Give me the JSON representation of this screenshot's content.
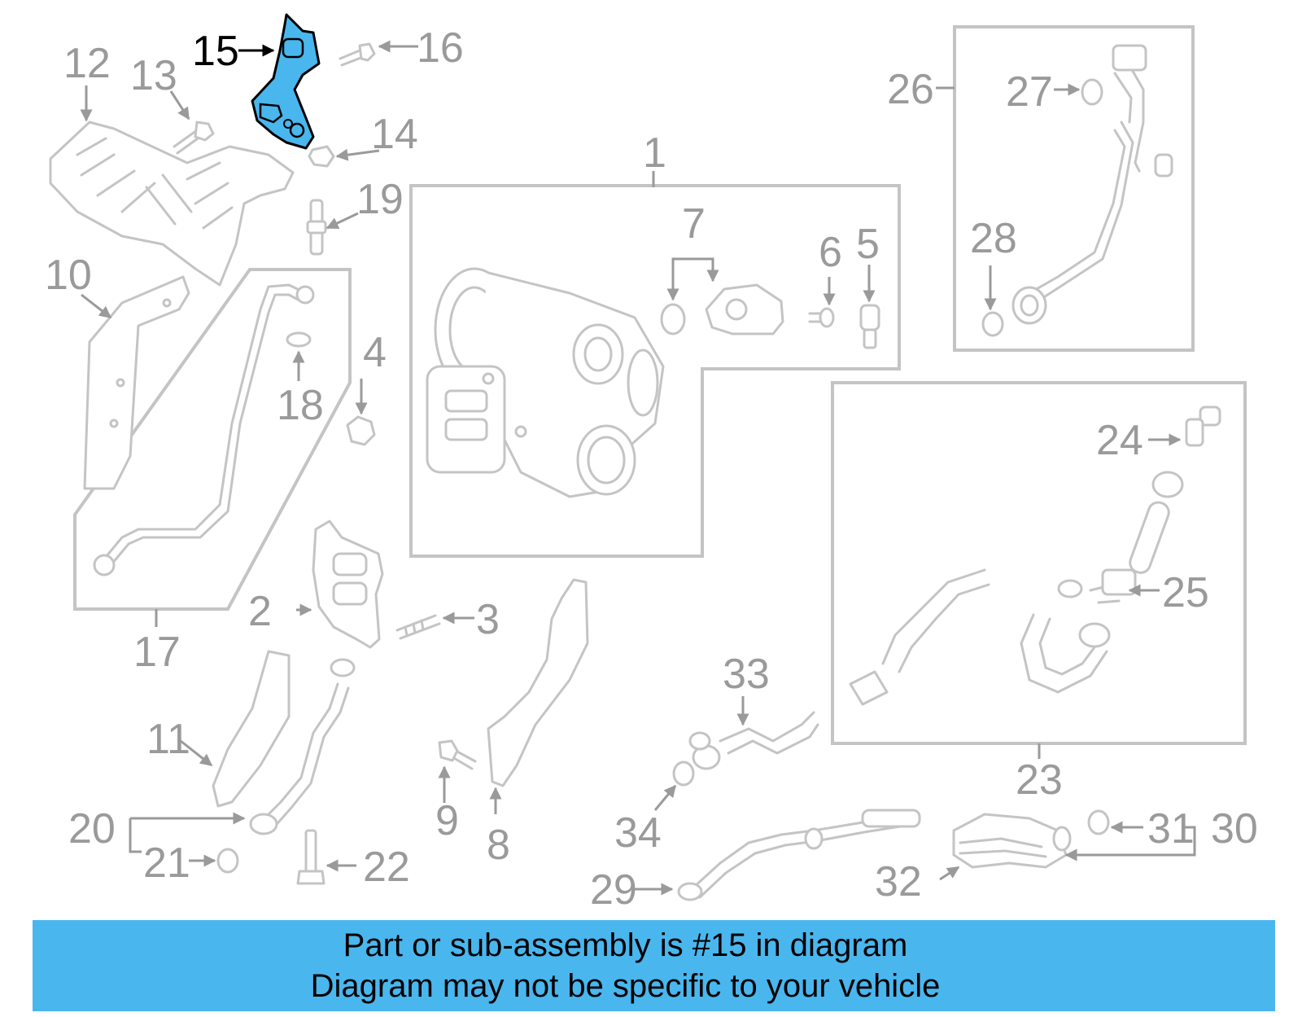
{
  "callouts": {
    "c1": "1",
    "c2": "2",
    "c3": "3",
    "c4": "4",
    "c5": "5",
    "c6": "6",
    "c7": "7",
    "c8": "8",
    "c9": "9",
    "c10": "10",
    "c11": "11",
    "c12": "12",
    "c13": "13",
    "c14": "14",
    "c15": "15",
    "c16": "16",
    "c17": "17",
    "c18": "18",
    "c19": "19",
    "c20": "20",
    "c21": "21",
    "c22": "22",
    "c23": "23",
    "c24": "24",
    "c25": "25",
    "c26": "26",
    "c27": "27",
    "c28": "28",
    "c29": "29",
    "c30": "30",
    "c31": "31",
    "c32": "32",
    "c33": "33",
    "c34": "34"
  },
  "highlight": {
    "part": "15",
    "color": "#4ab6ee"
  },
  "caption": {
    "line1": "Part or sub-assembly is #15 in diagram",
    "line2": "Diagram may not be specific to your vehicle",
    "background": "#4ab6ee"
  }
}
